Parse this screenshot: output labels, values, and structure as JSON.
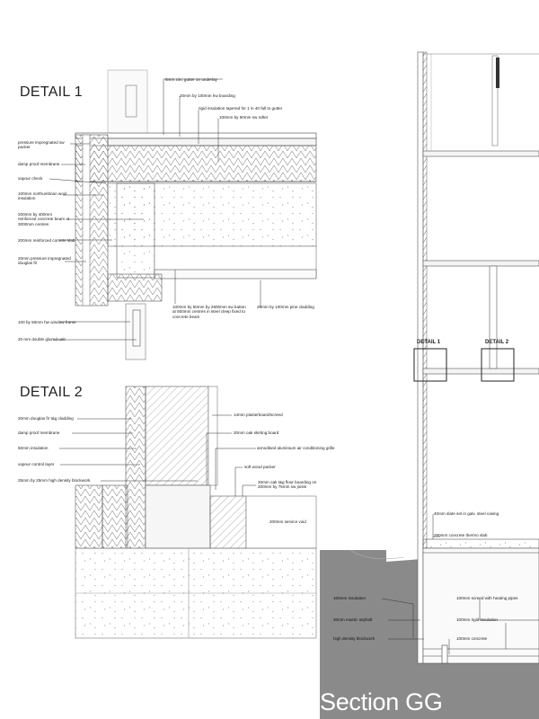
{
  "detail1": {
    "title": "DETAIL 1",
    "labels_left": [
      "pressure impregnated sw packer",
      "damp proof membrane",
      "vapour check",
      "100mm northumbrian wool insulation",
      "200mm by 400mm reinforced concrete beam at 3000mm centres",
      "200mm reinforced conrete slab",
      "20mm pressure impregnated douglas fir",
      "100 by 50mm hw window frame",
      "20 mm double glazed unit"
    ],
    "labels_top": [
      "8mm zinc gutter on underlay",
      "20mm by 100mm hw boarding",
      "rigid insulation tapered for 1 in 40 fall to gutter",
      "100mm by 50mm sw rafter"
    ],
    "labels_bottom": [
      "100mm by 50mm by 2600mm sw batton at 600mm centres in steel cleep fixed to concrete beam",
      "20mm by 100mm pine cladding"
    ]
  },
  "detail2": {
    "title": "DETAIL 2",
    "labels_left": [
      "20mm douglas fir t&g cladding",
      "damp proof membrane",
      "50mm insulation",
      "vapour control layer",
      "25mm by 25mm high density blockwork"
    ],
    "labels_right": [
      "14mm plasterboard/screed",
      "20mm oak skirting board",
      "annodised aluminium air conditioning grille",
      "soft wood packer",
      "20mm oak t&g floor boarding on 200mm by 75mm sw joists",
      "200mm service void"
    ]
  },
  "section": {
    "title": "Section GG",
    "detail_tags": [
      "DETAIL 1",
      "DETAIL 2"
    ],
    "labels": [
      "40mm slate set in galv. steel casing",
      "250mm concrete thermo slab",
      "100mm insulation",
      "100mm screed with heating pipes",
      "20mm mastic asphalt",
      "100mm rigid insulation",
      "high density blockwork",
      "100mm concrete"
    ]
  },
  "colors": {
    "background": "#ffffff",
    "ground": "#8a8a8a",
    "line": "#333333",
    "light_line": "#999999"
  }
}
